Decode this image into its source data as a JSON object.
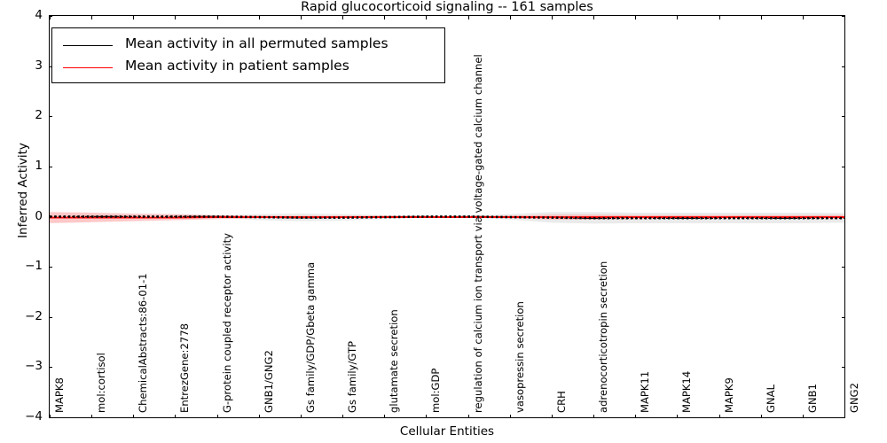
{
  "chart_data": {
    "type": "line",
    "title": "Rapid glucocorticoid signaling -- 161 samples",
    "xlabel": "Cellular Entities",
    "ylabel": "Inferred Activity",
    "ylim": [
      -4,
      4
    ],
    "yticks": [
      4,
      3,
      2,
      1,
      0,
      -1,
      -2,
      -3,
      -4
    ],
    "ytick_labels": [
      "4",
      "3",
      "2",
      "1",
      "0",
      "−1",
      "−2",
      "−3",
      "−4"
    ],
    "grid": false,
    "legend_position": "upper left",
    "n_samples": 161,
    "categories": [
      "MAPK8",
      "mol:cortisol",
      "ChemicalAbstracts:86-01-1",
      "EntrezGene:2778",
      "G-protein coupled receptor activity",
      "GNB1/GNG2",
      "Gs family/GDP/Gbeta gamma",
      "Gs family/GTP",
      "glutamate secretion",
      "mol:GDP",
      "regulation of calcium ion transport via voltage-gated calcium channel",
      "vasopressin secretion",
      "CRH",
      "adrenocorticotropin secretion",
      "MAPK11",
      "MAPK14",
      "MAPK9",
      "GNAL",
      "GNB1",
      "GNG2"
    ],
    "series": [
      {
        "name": "Mean activity in all permuted samples",
        "color": "#000000",
        "style": "dotted-line",
        "values": [
          0.0,
          0.0,
          0.0,
          0.0,
          0.0,
          -0.01,
          -0.02,
          -0.02,
          -0.01,
          0.0,
          0.0,
          -0.01,
          -0.02,
          -0.03,
          -0.03,
          -0.03,
          -0.03,
          -0.03,
          -0.03,
          -0.03
        ],
        "band_lower": [
          -0.01,
          -0.01,
          -0.01,
          -0.01,
          -0.02,
          -0.07,
          -0.09,
          -0.08,
          -0.05,
          -0.02,
          -0.02,
          -0.06,
          -0.12,
          -0.14,
          -0.13,
          -0.13,
          -0.13,
          -0.13,
          -0.13,
          -0.12
        ],
        "band_upper": [
          0.01,
          0.01,
          0.01,
          0.01,
          0.02,
          0.05,
          0.06,
          0.05,
          0.03,
          0.02,
          0.02,
          0.05,
          0.09,
          0.09,
          0.08,
          0.08,
          0.08,
          0.08,
          0.08,
          0.07
        ],
        "band_color": "#d9d9d9"
      },
      {
        "name": "Mean activity in patient samples",
        "color": "#ff0000",
        "style": "solid-line",
        "values": [
          -0.02,
          -0.02,
          -0.02,
          -0.02,
          -0.01,
          -0.01,
          -0.01,
          -0.01,
          -0.01,
          -0.01,
          -0.01,
          -0.01,
          -0.01,
          -0.01,
          -0.01,
          -0.01,
          -0.01,
          -0.01,
          -0.01,
          -0.01
        ],
        "band_lower": [
          -0.13,
          -0.11,
          -0.09,
          -0.07,
          -0.05,
          -0.03,
          -0.03,
          -0.03,
          -0.02,
          -0.02,
          -0.02,
          -0.03,
          -0.06,
          -0.06,
          -0.05,
          -0.04,
          -0.04,
          -0.04,
          -0.04,
          -0.04
        ],
        "band_upper": [
          0.09,
          0.08,
          0.06,
          0.05,
          0.03,
          0.02,
          0.02,
          0.02,
          0.02,
          0.01,
          0.01,
          0.02,
          0.04,
          0.04,
          0.03,
          0.03,
          0.03,
          0.03,
          0.03,
          0.03
        ],
        "band_color": "#ff9a9a"
      }
    ]
  },
  "legend": {
    "items": [
      {
        "label": "Mean activity in all permuted samples",
        "color": "#000000"
      },
      {
        "label": "Mean activity in patient samples",
        "color": "#ff0000"
      }
    ]
  }
}
